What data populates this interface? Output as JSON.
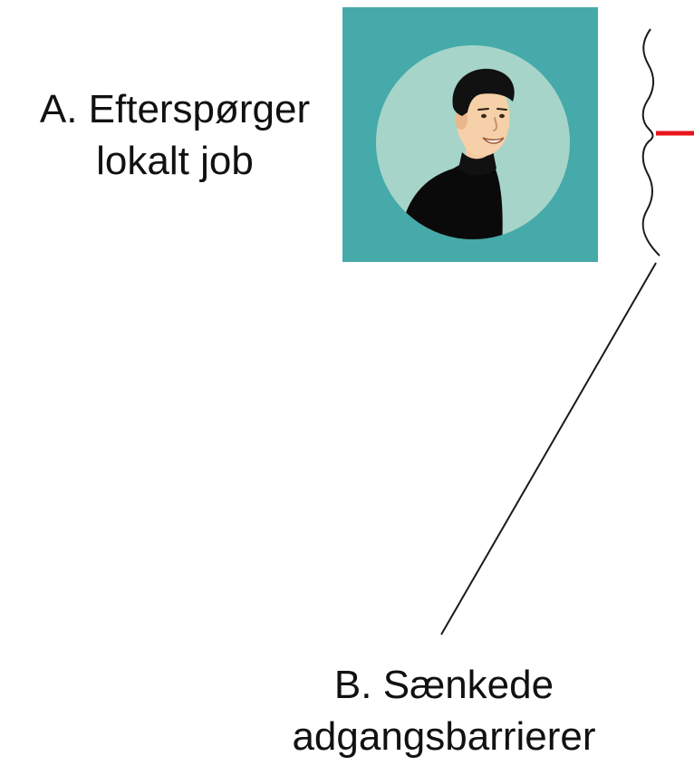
{
  "diagram": {
    "node_a": {
      "label_line1": "A. Efterspørger",
      "label_line2": "lokalt job",
      "icon": "person-avatar-icon"
    },
    "node_b": {
      "label_line1": "B. Sænkede",
      "label_line2": "adgangsbarrierer"
    },
    "colors": {
      "avatar_background": "#45aaa9",
      "avatar_circle": "#a6d4c9",
      "arrow": "#e8141b",
      "line": "#1a1a1a"
    }
  }
}
